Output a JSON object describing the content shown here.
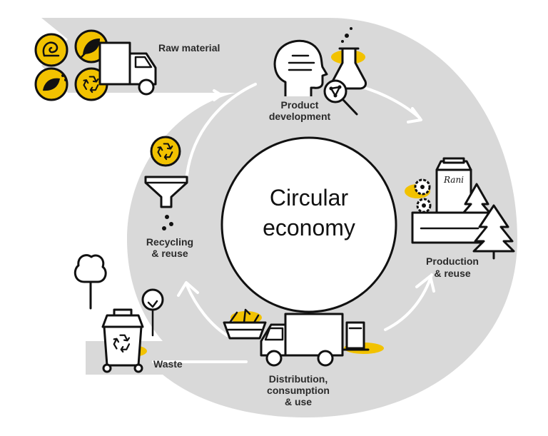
{
  "center": {
    "line1": "Circular",
    "line2": "economy"
  },
  "stages": {
    "raw_material": {
      "label": "Raw material"
    },
    "product_development": {
      "line1": "Product",
      "line2": "development"
    },
    "production": {
      "line1": "Production",
      "line2": "& reuse"
    },
    "distribution": {
      "line1": "Distribution,",
      "line2": "consumption",
      "line3": "& use"
    },
    "waste": {
      "label": "Waste"
    },
    "recycling": {
      "line1": "Recycling",
      "line2": "& reuse"
    }
  },
  "logo_text": "Rani",
  "colors": {
    "band": "#d9d9d9",
    "accent": "#f2c200",
    "ink": "#111111",
    "label": "#2b2b2b"
  }
}
